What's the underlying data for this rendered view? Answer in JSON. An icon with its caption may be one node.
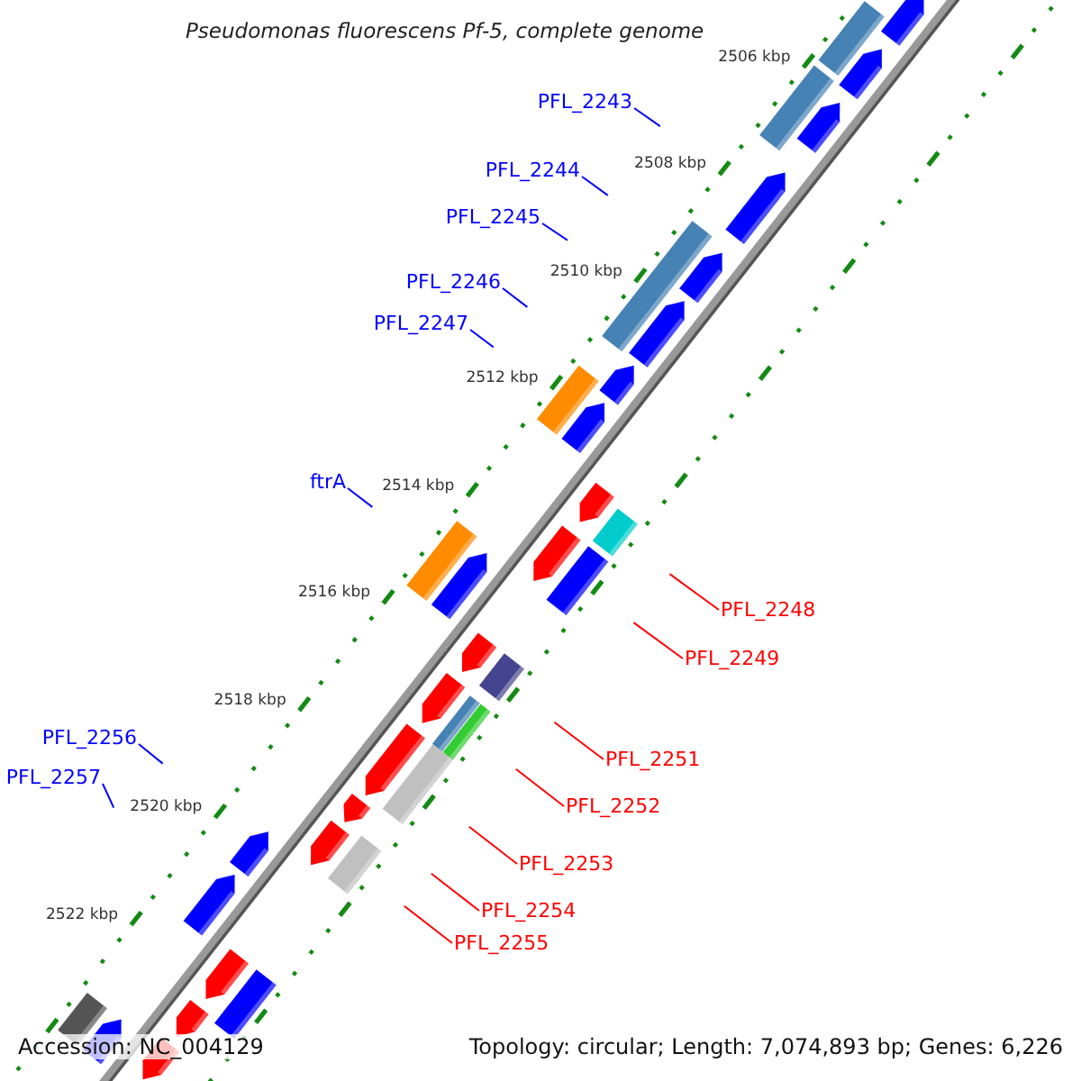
{
  "diagram": {
    "title": "Pseudomonas fluorescens Pf-5, complete genome",
    "nodes": [
      {
        "text": [
          "PFL_2243"
        ]
      },
      {
        "text": [
          "PFL_2244"
        ]
      },
      {
        "text": [
          "PFL_2245"
        ]
      },
      {
        "text": [
          "PFL_2246"
        ]
      },
      {
        "text": [
          "PFL_2247"
        ]
      },
      {
        "text": [
          "ftrA"
        ]
      },
      {
        "text": [
          "PFL_2248"
        ]
      },
      {
        "text": [
          "PFL_2249"
        ]
      },
      {
        "text": [
          "PFL_2251"
        ]
      },
      {
        "text": [
          "PFL_2252"
        ]
      },
      {
        "text": [
          "PFL_2253"
        ]
      },
      {
        "text": [
          "PFL_2254"
        ]
      },
      {
        "text": [
          "PFL_2255"
        ]
      },
      {
        "text": [
          "PFL_2256"
        ]
      },
      {
        "text": [
          "PFL_2257"
        ]
      }
    ],
    "edges": [
      {
        "from": 0,
        "to": null,
        "arrow": "none"
      },
      {
        "from": 1,
        "to": null,
        "arrow": "none"
      },
      {
        "from": 2,
        "to": null,
        "arrow": "none"
      },
      {
        "from": 3,
        "to": null,
        "arrow": "none"
      },
      {
        "from": 4,
        "to": null,
        "arrow": "none"
      },
      {
        "from": 5,
        "to": null,
        "arrow": "none"
      },
      {
        "from": 6,
        "to": null,
        "arrow": "none",
        "color": "#ff0000"
      },
      {
        "from": 7,
        "to": null,
        "arrow": "none",
        "color": "#ff0000"
      },
      {
        "from": 8,
        "to": null,
        "arrow": "none",
        "color": "#ff0000"
      },
      {
        "from": 9,
        "to": null,
        "arrow": "none",
        "color": "#ff0000"
      },
      {
        "from": 10,
        "to": null,
        "arrow": "none",
        "color": "#ff0000"
      },
      {
        "from": 11,
        "to": null,
        "arrow": "none",
        "color": "#ff0000"
      },
      {
        "from": 12,
        "to": null,
        "arrow": "none",
        "color": "#ff0000"
      },
      {
        "from": 13,
        "to": null,
        "arrow": "none"
      },
      {
        "from": 14,
        "to": null,
        "arrow": "none"
      }
    ],
    "labels": [
      "2506 kbp",
      "2508 kbp",
      "2510 kbp",
      "2512 kbp",
      "2514 kbp",
      "2516 kbp",
      "2518 kbp",
      "2520 kbp",
      "2522 kbp",
      "Accession: NC_004129",
      "Topology: circular; Length: 7,074,893 bp; Genes: 6,226"
    ]
  }
}
